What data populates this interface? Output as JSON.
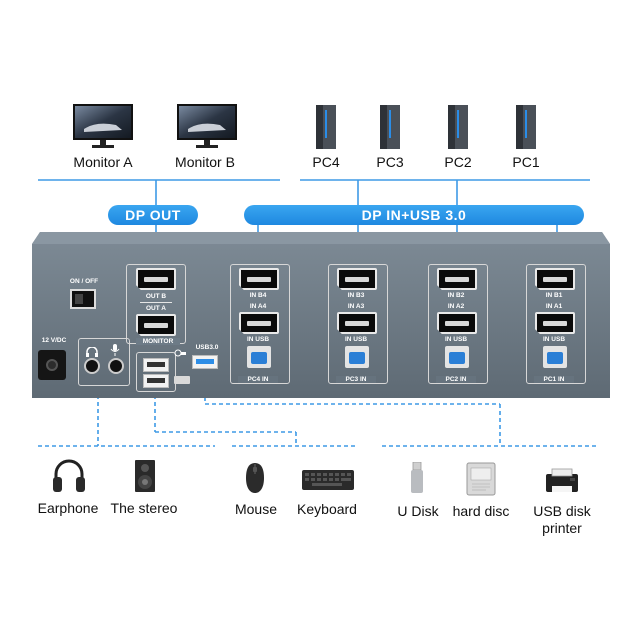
{
  "monitors": [
    {
      "name": "Monitor A",
      "icon": "monitor-icon"
    },
    {
      "name": "Monitor B",
      "icon": "monitor-icon"
    }
  ],
  "pcs": [
    {
      "name": "PC4",
      "icon": "pc-tower-icon"
    },
    {
      "name": "PC3",
      "icon": "pc-tower-icon"
    },
    {
      "name": "PC2",
      "icon": "pc-tower-icon"
    },
    {
      "name": "PC1",
      "icon": "pc-tower-icon"
    }
  ],
  "banners": {
    "dp_out": "DP OUT",
    "dp_in_usb": "DP IN+USB 3.0"
  },
  "device": {
    "power_label": "ON / OFF",
    "dc_label": "12 V/DC",
    "out_b": "OUT B",
    "out_a": "OUT A",
    "monitor_label": "MONITOR",
    "usb30_label": "USB3.0",
    "inputs": [
      {
        "top": "IN B4",
        "bottom": "IN A4",
        "usb": "IN USB",
        "pc": "PC4 IN"
      },
      {
        "top": "IN B3",
        "bottom": "IN A3",
        "usb": "IN USB",
        "pc": "PC3 IN"
      },
      {
        "top": "IN B2",
        "bottom": "IN A2",
        "usb": "IN USB",
        "pc": "PC2 IN"
      },
      {
        "top": "IN B1",
        "bottom": "IN A1",
        "usb": "IN USB",
        "pc": "PC1 IN"
      }
    ]
  },
  "peripherals": [
    {
      "name": "Earphone",
      "icon": "headphones-icon"
    },
    {
      "name": "The stereo",
      "icon": "speaker-icon"
    },
    {
      "name": "Mouse",
      "icon": "mouse-icon"
    },
    {
      "name": "Keyboard",
      "icon": "keyboard-icon"
    },
    {
      "name": "U Disk",
      "icon": "usb-drive-icon"
    },
    {
      "name": "hard disc",
      "icon": "hard-disk-icon"
    },
    {
      "name": "USB disk\nprinter",
      "icon": "printer-icon"
    }
  ],
  "colors": {
    "accent": "#2a93e8",
    "device_body": "#6d7b87",
    "line": "#3e9ae6"
  }
}
